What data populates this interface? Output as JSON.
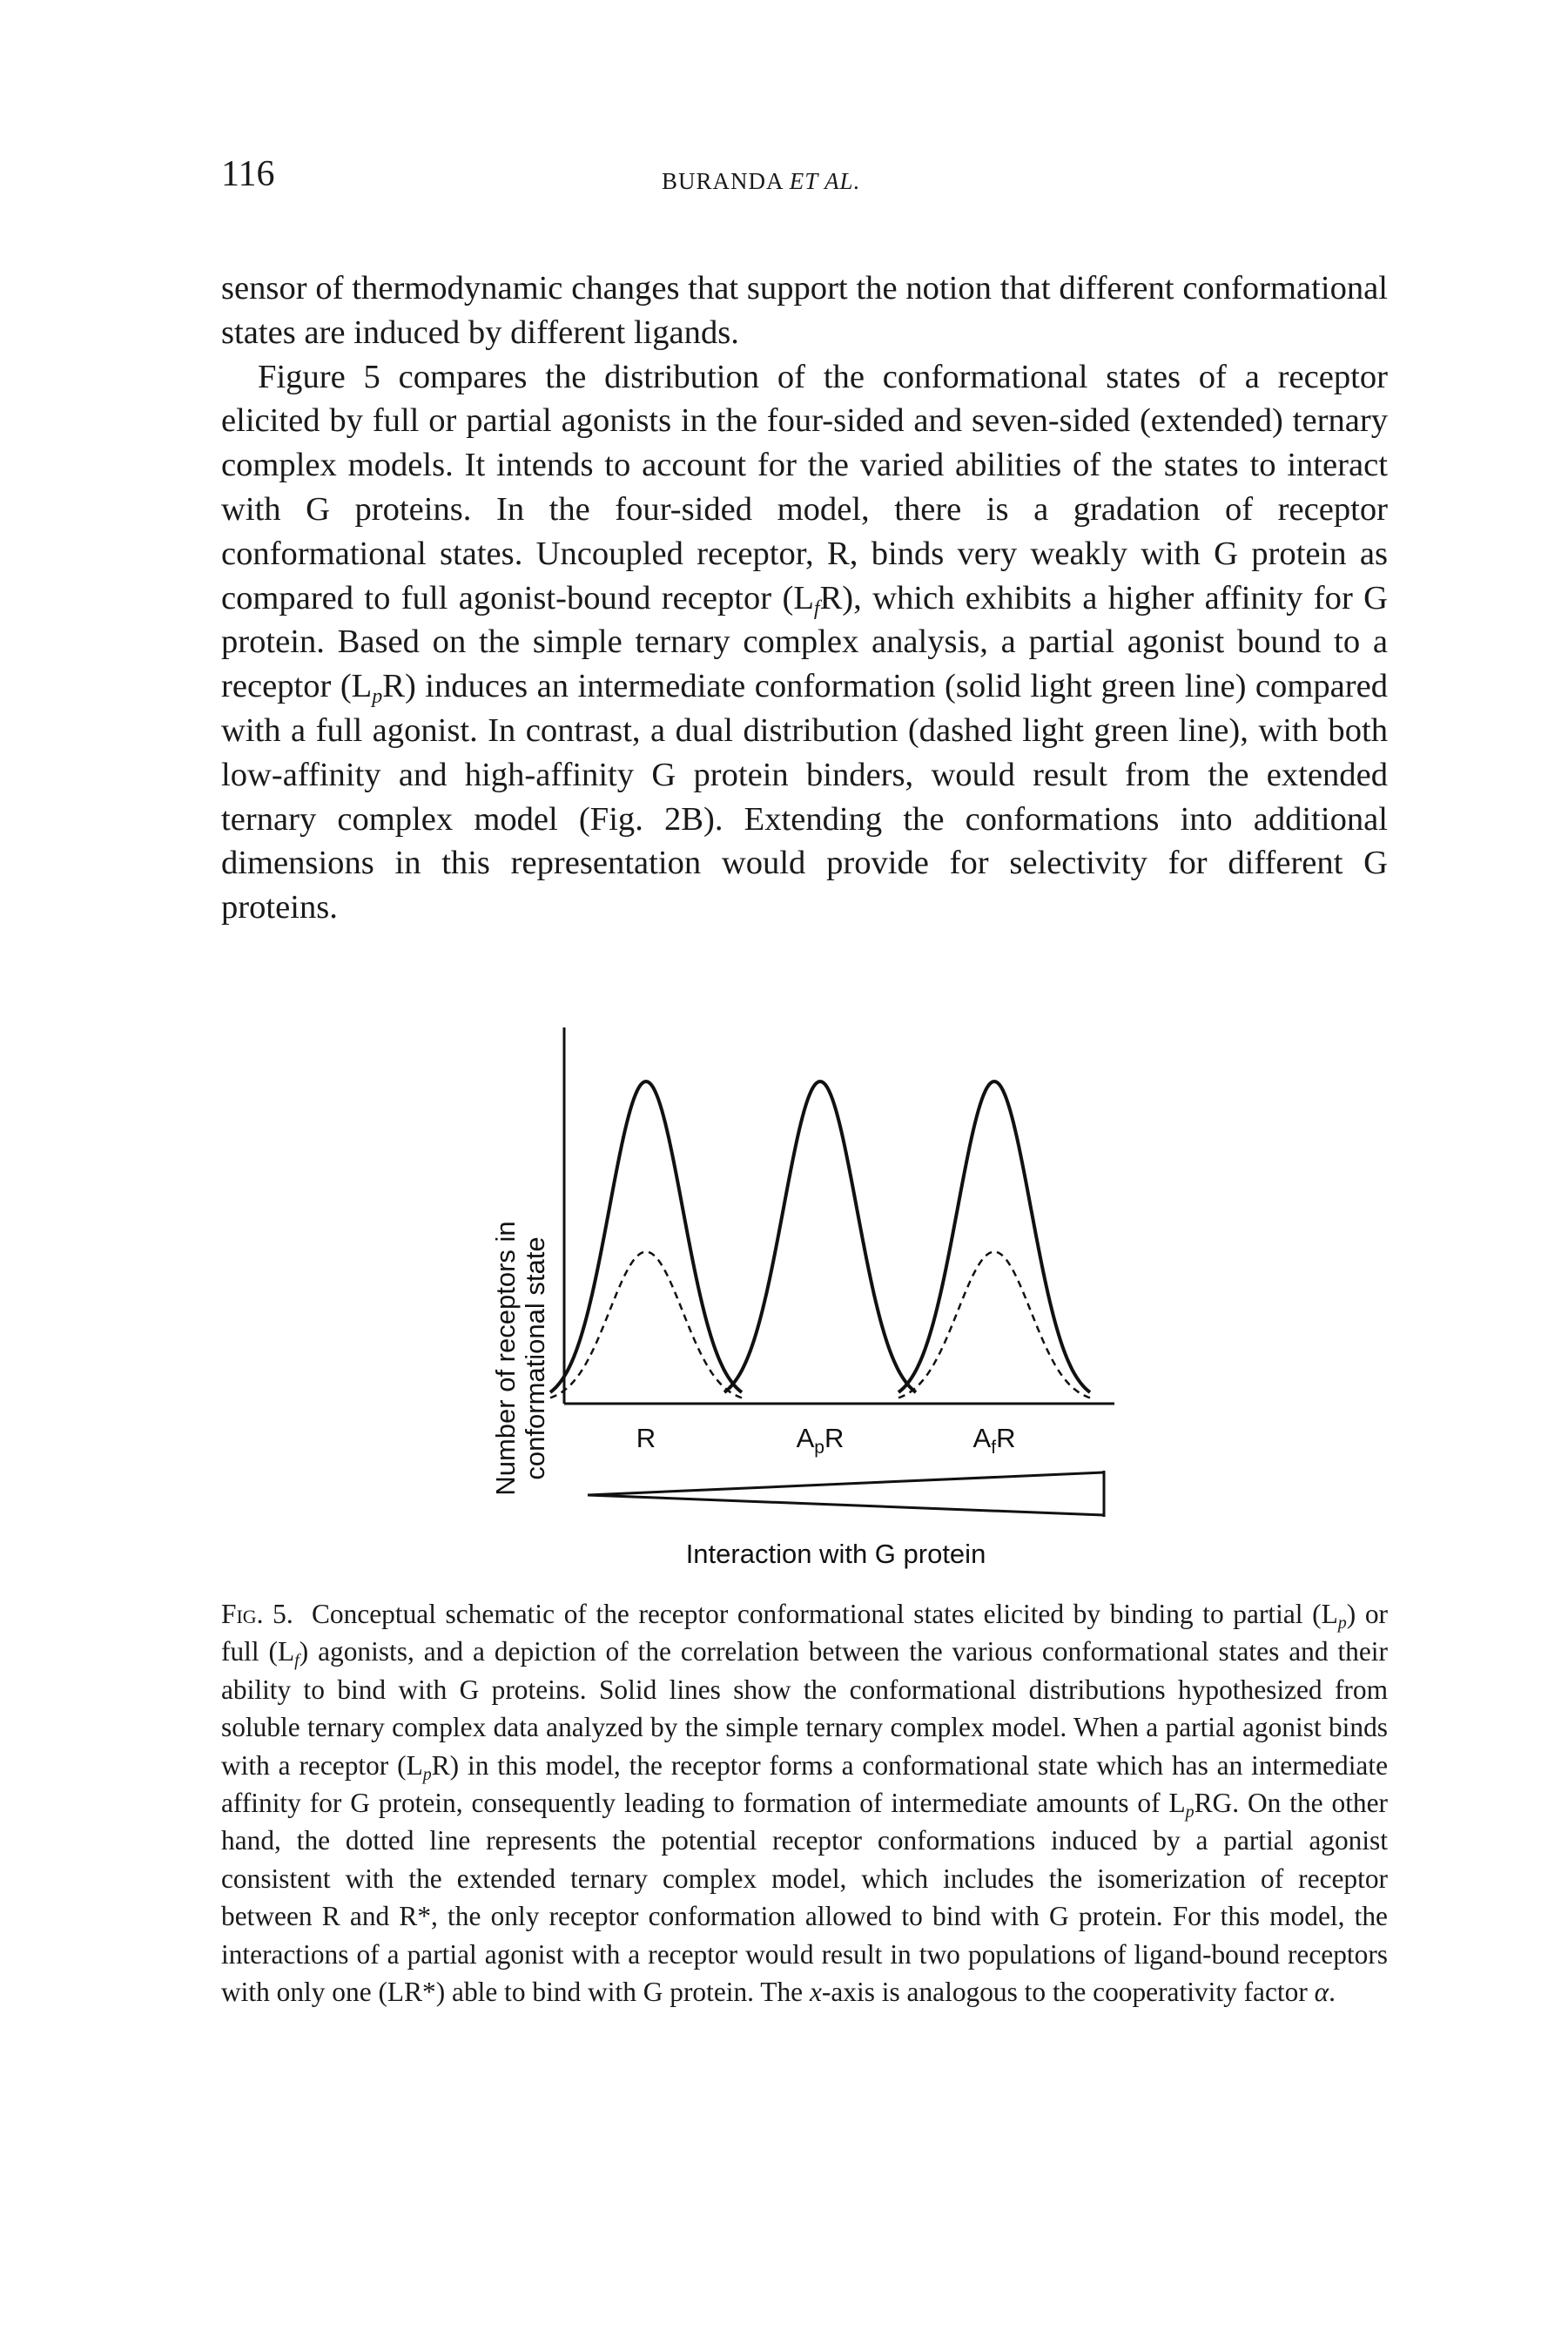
{
  "header": {
    "page_number": "116",
    "running_head": "BURANDA",
    "running_head_italic": "ET AL."
  },
  "body": {
    "p1": "sensor of thermodynamic changes that support the notion that different conformational states are induced by different ligands.",
    "p2": [
      "Figure 5 compares the distribution of the conformational states of a receptor elicited by full or partial agonists in the four-sided and seven-sided (extended) ternary complex models. It intends to account for the varied abilities of the states to interact with G proteins. In the four-sided model, there is a gradation of receptor conformational states. Uncoupled receptor, R, binds very weakly with G protein as compared to full agonist-bound receptor (L",
      "f",
      "R), which exhibits a higher affinity for G protein. Based on the simple ternary complex analysis, a partial agonist bound to a receptor (L",
      "p",
      "R) induces an intermediate conformation (solid light green line) compared with a full agonist. In contrast, a dual distribution (dashed light green line), with both low-affinity and high-affinity G protein binders, would result from the extended ternary complex model (Fig. 2B). Extending the conformations into additional dimensions in this representation would provide for selectivity for different G proteins."
    ]
  },
  "figure": {
    "y_label_line1": "Number of receptors in",
    "y_label_line2": "conformational state",
    "peak_labels": [
      {
        "base": "R",
        "sub": ""
      },
      {
        "base": "A",
        "sub": "p",
        "after": "R"
      },
      {
        "base": "A",
        "sub": "f",
        "after": "R"
      }
    ],
    "interaction_label": "Interaction with G protein"
  },
  "chart_data": {
    "type": "line",
    "title": "",
    "xlabel": "",
    "ylabel": "Number of receptors in conformational state",
    "categories": [
      "R",
      "ApR",
      "AfR"
    ],
    "grid": false,
    "series": [
      {
        "style": "solid",
        "peaks": [
          {
            "center": 0,
            "height": 1.0
          },
          {
            "center": 1,
            "height": 1.0
          },
          {
            "center": 2,
            "height": 1.0
          }
        ]
      },
      {
        "style": "dashed",
        "peaks": [
          {
            "center": 0,
            "height": 0.47
          },
          {
            "center": 2,
            "height": 0.47
          }
        ]
      }
    ],
    "colors": {
      "line": "#111111"
    }
  },
  "caption": {
    "label": "Fig. 5.",
    "parts": [
      "Conceptual schematic of the receptor conformational states elicited by binding to partial (L",
      "p",
      ") or full (L",
      "f",
      ") agonists, and a depiction of the correlation between the various conformational states and their ability to bind with G proteins. Solid lines show the conformational distributions hypothesized from soluble ternary complex data analyzed by the simple ternary complex model. When a partial agonist binds with a receptor (L",
      "p",
      "R) in this model, the receptor forms a conformational state which has an intermediate affinity for G protein, consequently leading to formation of intermediate amounts of L",
      "p",
      "RG. On the other hand, the dotted line represents the potential receptor conformations induced by a partial agonist consistent with the extended ternary complex model, which includes the isomerization of receptor between R and R*, the only receptor conformation allowed to bind with G protein. For this model, the interactions of a partial agonist with a receptor would result in two populations of ligand-bound receptors with only one (LR*) able to bind with G protein. The ",
      "x",
      "-axis is analogous to the cooperativity factor ",
      "α",
      "."
    ]
  }
}
